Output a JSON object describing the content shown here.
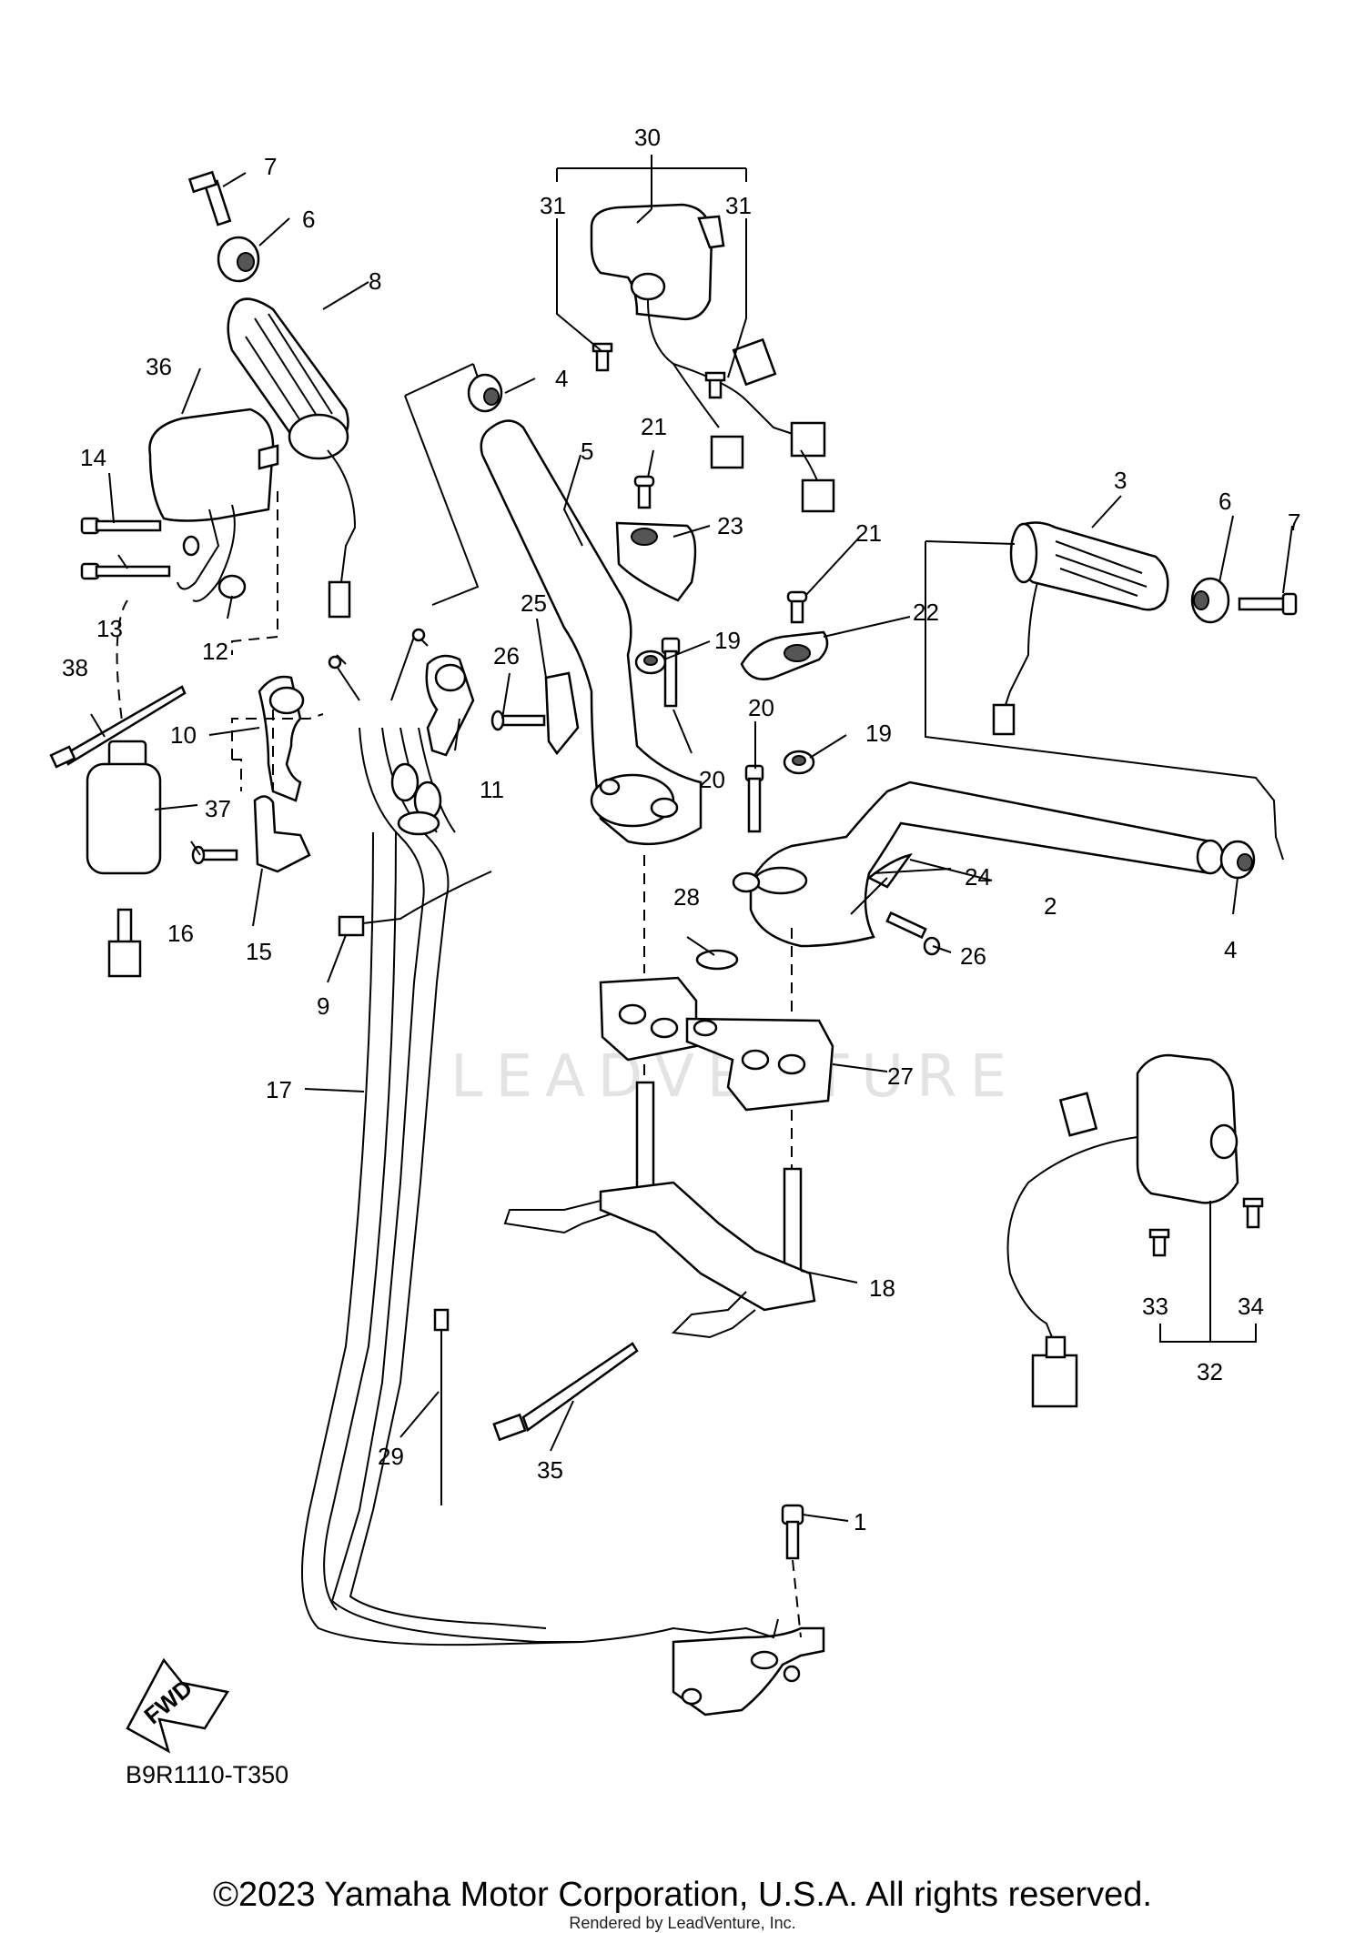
{
  "diagram": {
    "watermark": "LEADVENTURE",
    "diagram_code": "B9R1110-T350",
    "fwd_label": "FWD",
    "copyright": "©2023 Yamaha Motor Corporation, U.S.A. All rights reserved.",
    "rendered_by": "Rendered by LeadVenture, Inc.",
    "callouts": [
      "30",
      "31",
      "31",
      "7",
      "6",
      "8",
      "4",
      "36",
      "14",
      "13",
      "12",
      "21",
      "5",
      "23",
      "3",
      "6",
      "7",
      "21",
      "22",
      "25",
      "26",
      "19",
      "38",
      "10",
      "11",
      "20",
      "19",
      "20",
      "37",
      "16",
      "15",
      "24",
      "2",
      "4",
      "28",
      "26",
      "9",
      "27",
      "17",
      "18",
      "33",
      "34",
      "32",
      "29",
      "35",
      "1"
    ]
  }
}
